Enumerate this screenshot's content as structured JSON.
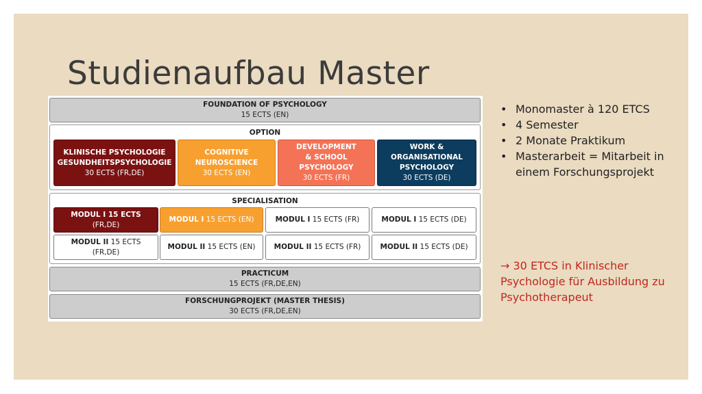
{
  "title": "Studienaufbau Master",
  "foundation": {
    "label": "FOUNDATION OF PSYCHOLOGY",
    "ects": "15 ECTS (EN)"
  },
  "option": {
    "label": "OPTION",
    "items": [
      {
        "l1": "KLINISCHE PSYCHOLOGIE",
        "l2": "GESUNDHEITSPSYCHOLOGIE",
        "l3": "30 ECTS (FR,DE)",
        "color": "#7a1212"
      },
      {
        "l1": "COGNITIVE",
        "l2": "NEUROSCIENCE",
        "l3": "30 ECTS (EN)",
        "color": "#f7a030"
      },
      {
        "l1": "DEVELOPMENT",
        "l2": "& SCHOOL",
        "l3": "PSYCHOLOGY",
        "l4": "30 ECTS (FR)",
        "color": "#f47356"
      },
      {
        "l1": "WORK &",
        "l2": "ORGANISATIONAL",
        "l3": "PSYCHOLOGY",
        "l4": "30 ECTS (DE)",
        "color": "#0c3c5e"
      }
    ]
  },
  "specialisation": {
    "label": "SPECIALISATION",
    "row1": [
      {
        "mod": "MODUL I",
        "ects": " 15 ECTS",
        "lang": "(FR,DE)"
      },
      {
        "mod": "MODUL I",
        "ects": " 15 ECTS (EN)"
      },
      {
        "mod": "MODUL I",
        "ects": " 15 ECTS (FR)"
      },
      {
        "mod": "MODUL I",
        "ects": " 15 ECTS (DE)"
      }
    ],
    "row2": [
      {
        "mod": "MODUL II",
        "ects": " 15 ECTS",
        "lang": "(FR,DE)"
      },
      {
        "mod": "MODUL II",
        "ects": " 15 ECTS (EN)"
      },
      {
        "mod": "MODUL II",
        "ects": " 15 ECTS (FR)"
      },
      {
        "mod": "MODUL II",
        "ects": " 15 ECTS (DE)"
      }
    ]
  },
  "practicum": {
    "label": "PRACTICUM",
    "ects": "15 ECTS (FR,DE,EN)"
  },
  "forschung": {
    "label": "FORSCHUNGPROJEKT (MASTER THESIS)",
    "ects": "30 ECTS (FR,DE,EN)"
  },
  "bullets": [
    "Monomaster à 120 ETCS",
    "4 Semester",
    "2 Monate Praktikum",
    "Masterarbeit = Mitarbeit in einem Forschungsprojekt"
  ],
  "bullet_glyph": "•",
  "note": {
    "arrow": "→",
    "text": " 30 ETCS in Klinischer Psychologie für Ausbildung zu Psychotherapeut"
  },
  "colors": {
    "background": "#eadbc1",
    "note": "#c0281e"
  }
}
